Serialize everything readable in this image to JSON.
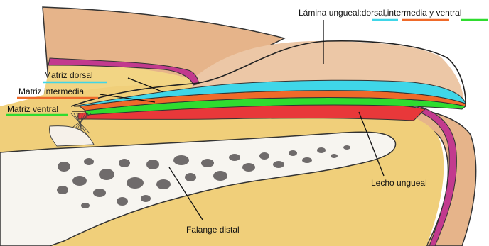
{
  "title_label": {
    "prefix": "Lámina ungueal:",
    "dorsal": "dorsal",
    "sep1": ",",
    "intermedia": "intermedia",
    "sep2": " y ",
    "ventral": "ventral"
  },
  "labels": {
    "matriz_dorsal": "Matriz dorsal",
    "matriz_intermedia": "Matriz intermedia",
    "matriz_ventral": "Matriz ventral",
    "lecho_ungueal": "Lecho ungueal",
    "falange_distal": "Falange distal"
  },
  "colors": {
    "dorsal": "#3fd6e8",
    "intermedia": "#ef6a2a",
    "ventral": "#2fdc2f",
    "lecho": "#e8383a",
    "skin": "#e9b98c",
    "fat": "#f2d37e",
    "bone": "#f7f5f0",
    "marrow": "#6f6b6b",
    "nail_fold": "#c23a8e"
  }
}
